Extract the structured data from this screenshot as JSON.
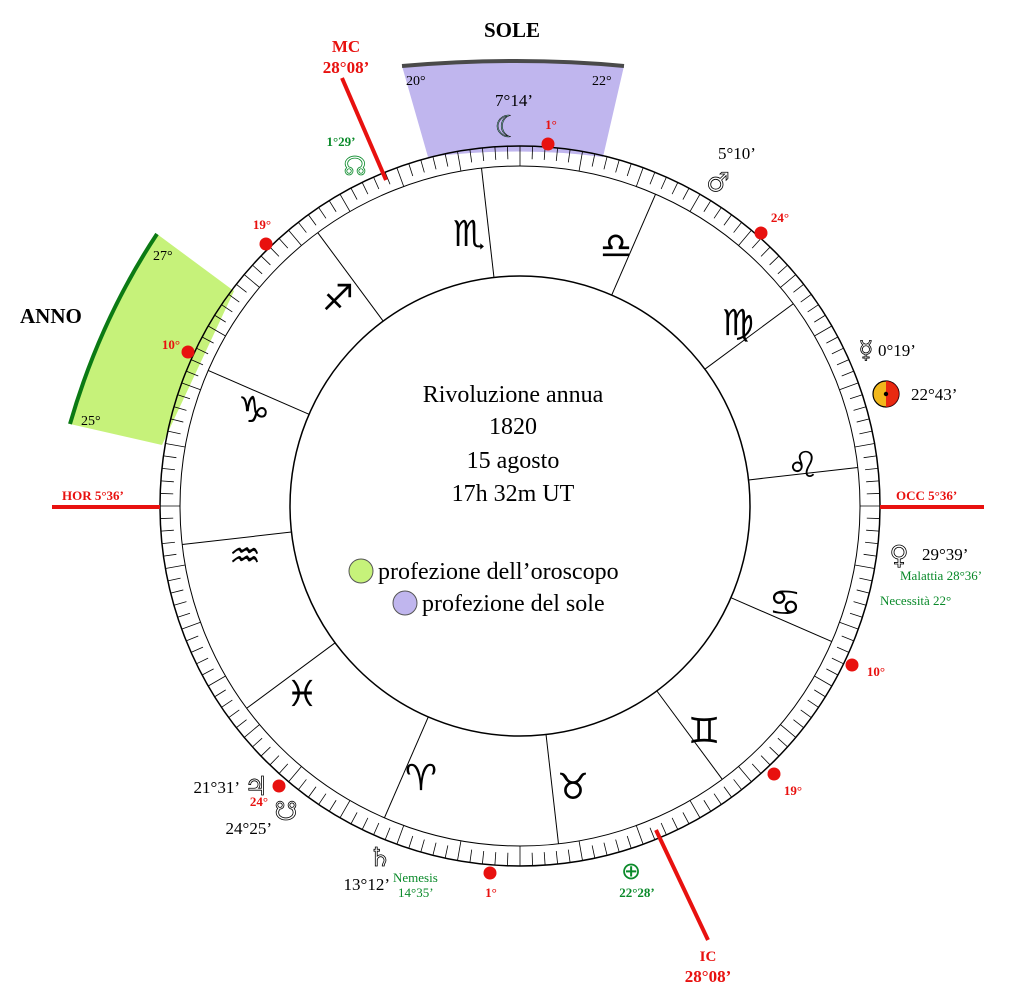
{
  "center_text": {
    "line1": "Rivoluzione annua",
    "line2": "1820",
    "line3": "15 agosto",
    "line4": "17h 32m UT"
  },
  "legend": {
    "items": [
      {
        "label": "profezione dell’oroscopo",
        "color": "#c6f27a"
      },
      {
        "label": "profezione del sole",
        "color": "#c0b6ee"
      }
    ]
  },
  "sectors": {
    "sole": {
      "title": "SOLE",
      "start": "20°",
      "end": "22°",
      "color": "#c0b6ee"
    },
    "anno": {
      "title": "ANNO",
      "start": "27°",
      "end": "25°",
      "color": "#c6f27a"
    }
  },
  "angles": {
    "mc": {
      "label": "MC",
      "degree": "28°08’"
    },
    "ic": {
      "label": "IC",
      "degree": "28°08’"
    },
    "hor": {
      "label": "HOR 5°36’"
    },
    "occ": {
      "label": "OCC 5°36’"
    }
  },
  "signs": [
    {
      "name": "scorpio",
      "glyph": "♏"
    },
    {
      "name": "libra",
      "glyph": "♎"
    },
    {
      "name": "virgo",
      "glyph": "♍"
    },
    {
      "name": "leo",
      "glyph": "♌"
    },
    {
      "name": "cancer",
      "glyph": "♋"
    },
    {
      "name": "gemini",
      "glyph": "♊"
    },
    {
      "name": "taurus",
      "glyph": "♉"
    },
    {
      "name": "aries",
      "glyph": "♈"
    },
    {
      "name": "pisces",
      "glyph": "♓"
    },
    {
      "name": "aquarius",
      "glyph": "♒"
    },
    {
      "name": "capricorn",
      "glyph": "♑"
    },
    {
      "name": "sagittarius",
      "glyph": "♐"
    }
  ],
  "markers": [
    "1°",
    "24°",
    "10°",
    "19°",
    "1°",
    "24°",
    "10°",
    "19°"
  ],
  "planets": {
    "moon": {
      "glyph": "☾",
      "degree": "7°14’"
    },
    "mars": {
      "glyph": "♂",
      "degree": "5°10’"
    },
    "mercury": {
      "glyph": "☿",
      "degree": "0°19’"
    },
    "sun": {
      "degree": "22°43’"
    },
    "venus": {
      "glyph": "♀",
      "degree": "29°39’"
    },
    "jupiter": {
      "glyph": "♃",
      "degree": "21°31’"
    },
    "south_node": {
      "glyph": "☋",
      "degree": "24°25’"
    },
    "saturn": {
      "glyph": "♄",
      "degree": "13°12’"
    },
    "north_node": {
      "glyph": "☊",
      "degree": "1°29’"
    },
    "earth": {
      "glyph": "⊕",
      "degree": "22°28’"
    }
  },
  "lots": {
    "malattia": "Malattia 28°36’",
    "necessita": "Necessità 22°",
    "nemesis_label": "Nemesis",
    "nemesis_degree": "14°35’"
  },
  "colors": {
    "red": "#e8110f",
    "green": "#0a8a2a",
    "dark_green": "#0b7a14",
    "sun_fill": "#f2b81c"
  }
}
